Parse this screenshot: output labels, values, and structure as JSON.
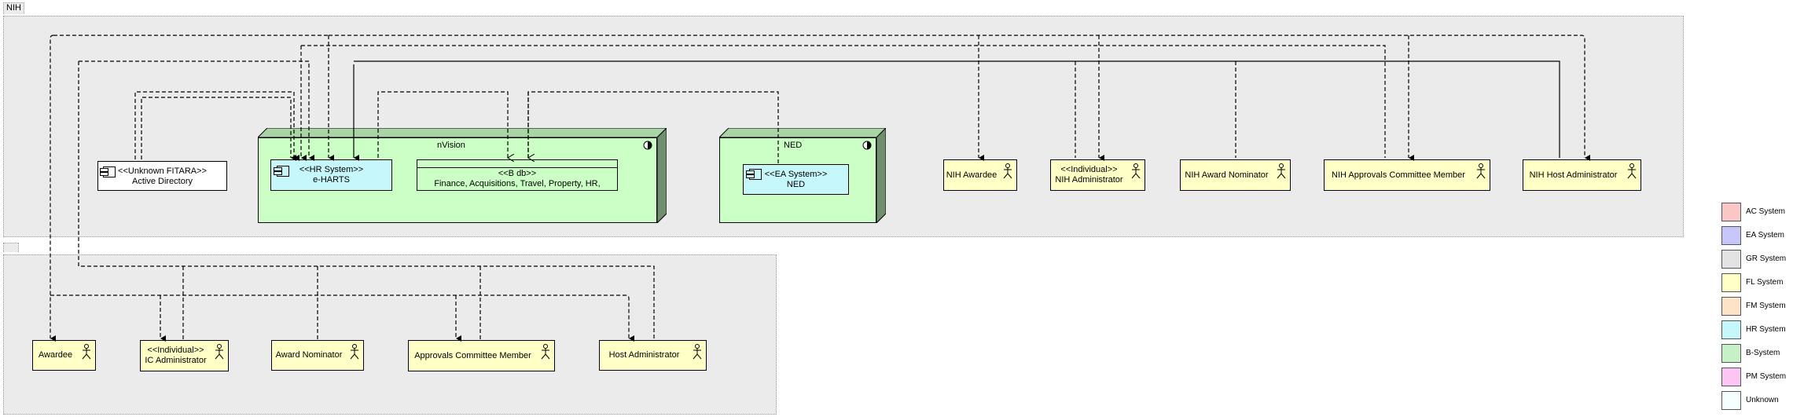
{
  "packages": {
    "nih": {
      "label": "NIH"
    },
    "external": {
      "label": ""
    }
  },
  "nodes": {
    "nvision": {
      "title": "nVision"
    },
    "ned": {
      "title": "NED"
    }
  },
  "components": {
    "active_directory": {
      "stereotype": "<<Unknown FITARA>>",
      "name": "Active Directory",
      "color": "#ffffff"
    },
    "e_harts": {
      "stereotype": "<<HR System>>",
      "name": "e-HARTS",
      "color": "#c6f7fb"
    },
    "b_db": {
      "stereotype": "<<B db>>",
      "name": "Finance, Acquisitions, Travel, Property, HR,",
      "color": "#cbffc6"
    },
    "ned_sys": {
      "stereotype": "<<EA System>>",
      "name": "NED",
      "color": "#c6f7fb"
    }
  },
  "actors": {
    "nih_awardee": {
      "stereotype": "",
      "name": "NIH Awardee"
    },
    "nih_admin": {
      "stereotype": "<<Individual>>",
      "name": "NIH Administrator"
    },
    "nih_award_nominator": {
      "stereotype": "",
      "name": "NIH Award Nominator"
    },
    "nih_approvals": {
      "stereotype": "",
      "name": "NIH Approvals Committee Member"
    },
    "nih_host_admin": {
      "stereotype": "",
      "name": "NIH Host Administrator"
    },
    "awardee": {
      "stereotype": "",
      "name": "Awardee"
    },
    "ic_admin": {
      "stereotype": "<<Individual>>",
      "name": "IC Administrator"
    },
    "award_nominator": {
      "stereotype": "",
      "name": "Award Nominator"
    },
    "approvals": {
      "stereotype": "",
      "name": "Approvals Committee Member"
    },
    "host_admin": {
      "stereotype": "",
      "name": "Host Administrator"
    }
  },
  "colors": {
    "actor": "#ffffc6",
    "node_face": "#cbffc6",
    "node_side": "#6f8f6f",
    "node_top": "#a8d4a6"
  },
  "legend": [
    {
      "label": "AC System",
      "color": "#fbc6c6"
    },
    {
      "label": "EA System",
      "color": "#c6c6fb"
    },
    {
      "label": "GR System",
      "color": "#e3e3e3"
    },
    {
      "label": "FL System",
      "color": "#ffffc6"
    },
    {
      "label": "FM System",
      "color": "#fde3c6"
    },
    {
      "label": "HR System",
      "color": "#c6f7fb"
    },
    {
      "label": "B-System",
      "color": "#c6f0c6"
    },
    {
      "label": "PM System",
      "color": "#fbc6f3"
    },
    {
      "label": "Unknown",
      "color": "#f5ffff"
    }
  ]
}
